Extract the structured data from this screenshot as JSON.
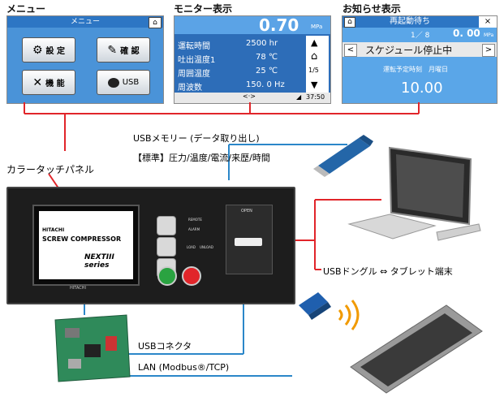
{
  "sections": {
    "menu_title": "メニュー",
    "monitor_title": "モニター表示",
    "notice_title": "お知らせ表示"
  },
  "menu_screen": {
    "header": "メニュー",
    "buttons": [
      "設 定",
      "確 認",
      "機 能",
      "USB"
    ]
  },
  "monitor_screen": {
    "pressure_value": "0.70",
    "pressure_unit": "MPa",
    "rows": [
      {
        "label": "運転時間",
        "value": "2500 hr"
      },
      {
        "label": "吐出温度1",
        "value": "78 ℃"
      },
      {
        "label": "周囲温度",
        "value": "25 ℃"
      },
      {
        "label": "周波数",
        "value": "150. 0 Hz"
      }
    ],
    "page": "1/5",
    "swap_glyph": "<·>",
    "time": "37:50"
  },
  "notice_screen": {
    "header": "再起動待ち",
    "close": "×",
    "counter": "1／ 8",
    "value": "0. 00",
    "unit": "MPa",
    "nav_left": "<",
    "nav_right": ">",
    "message": "スケジュール停止中",
    "schedule_label": "運転予定時刻　月曜日",
    "schedule_time": "10.00"
  },
  "labels": {
    "usb_memory": "USBメモリー (データ取り出し)",
    "standard": "【標準】圧力/温度/電流/来歴/時間",
    "color_panel": "カラータッチパネル",
    "usb_dongle": "USBドングル ⇔ タブレット端末",
    "usb_connector": "USBコネクタ",
    "lan": "LAN (Modbus®/TCP)"
  },
  "panel": {
    "brand": "HITACHI",
    "product": "SCREW COMPRESSOR",
    "series": "NEXTIII series",
    "bottom_brand": "HITACHI",
    "open_label": "OPEN",
    "status_labels": [
      "REMOTE",
      "ALARM",
      "LOAD",
      "UNLOAD"
    ]
  },
  "colors": {
    "screen_blue": "#4a93d8",
    "header_blue": "#2d76c4",
    "red_line": "#e1252a",
    "blue_line": "#2b87c9",
    "panel_black": "#1d1d1d",
    "orange_signal": "#f19a00"
  }
}
